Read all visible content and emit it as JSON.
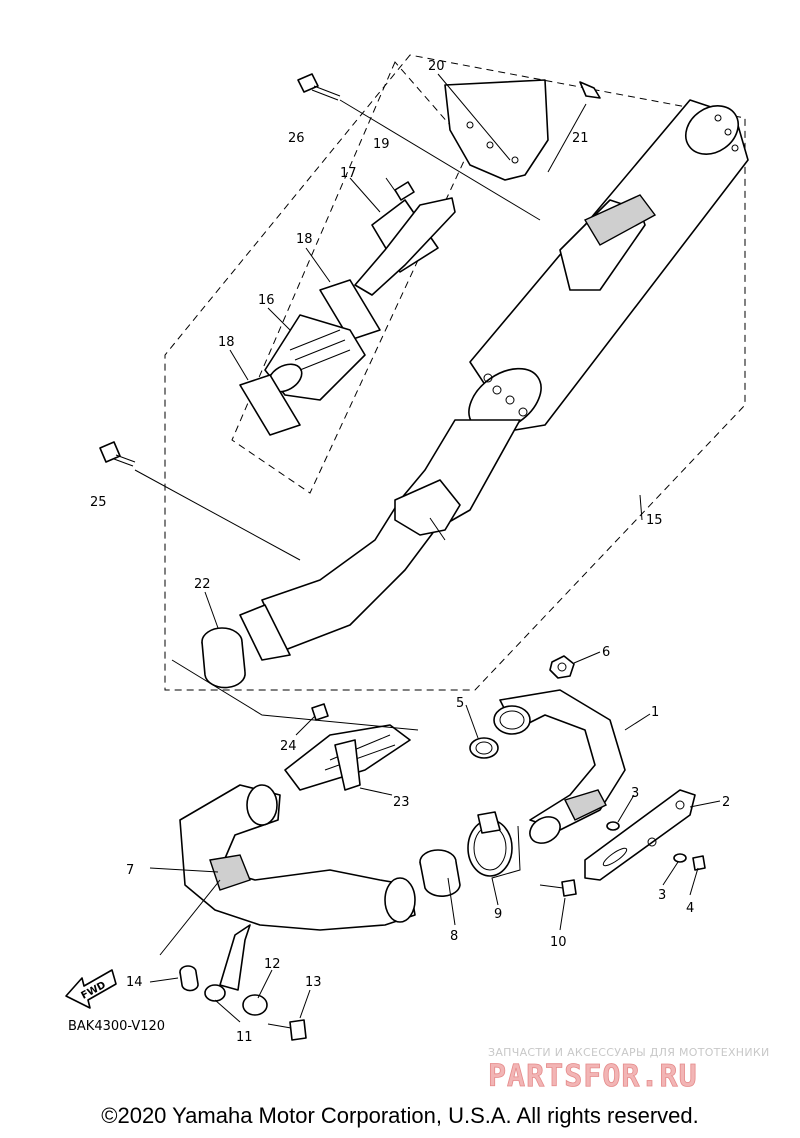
{
  "diagram": {
    "part_numbers": {
      "p1": "1",
      "p2": "2",
      "p3a": "3",
      "p3b": "3",
      "p4": "4",
      "p5": "5",
      "p6": "6",
      "p7": "7",
      "p8": "8",
      "p9": "9",
      "p10": "10",
      "p11": "11",
      "p12": "12",
      "p13": "13",
      "p14": "14",
      "p15": "15",
      "p16": "16",
      "p17": "17",
      "p18a": "18",
      "p18b": "18",
      "p19": "19",
      "p20": "20",
      "p21": "21",
      "p22": "22",
      "p23": "23",
      "p24": "24",
      "p25": "25",
      "p26": "26"
    },
    "fwd_label": "FWD",
    "diagram_code": "BAK4300-V120"
  },
  "watermark": {
    "tagline": "ЗАПЧАСТИ И АКСЕССУАРЫ ДЛЯ МОТОТЕХНИКИ",
    "brand": "PARTSFOR.RU"
  },
  "footer": {
    "copyright": "©2020 Yamaha Motor Corporation, U.S.A. All rights reserved."
  }
}
